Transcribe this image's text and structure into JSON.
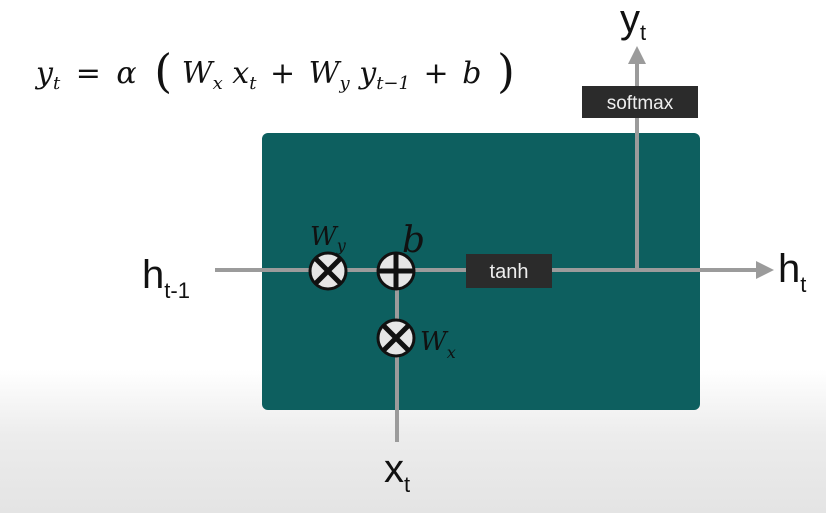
{
  "equation": {
    "lhs": "y",
    "lhs_sub": "t",
    "eq": "=",
    "alpha": "α",
    "open_paren": "(",
    "wx": "W",
    "wx_sub": "x",
    "xt": "x",
    "xt_sub": "t",
    "plus1": "+",
    "wy": "W",
    "wy_sub": "y",
    "yprev": "y",
    "yprev_sub": "t−1",
    "plus2": "+",
    "b": "b",
    "close_paren": ")"
  },
  "diagram": {
    "input_h": "h",
    "input_h_sub": "t-1",
    "output_h": "h",
    "output_h_sub": "t",
    "output_y": "y",
    "output_y_sub": "t",
    "input_x": "x",
    "input_x_sub": "t",
    "softmax_label": "softmax",
    "tanh_label": "tanh",
    "wy_label": "W",
    "wy_label_sub": "y",
    "wx_label": "W",
    "wx_label_sub": "x",
    "bias_label": "b",
    "colors": {
      "cell": "#0d5f5f",
      "line": "#9b9b9b",
      "box": "#2b2b2b",
      "node": "#e6e6e6"
    }
  }
}
